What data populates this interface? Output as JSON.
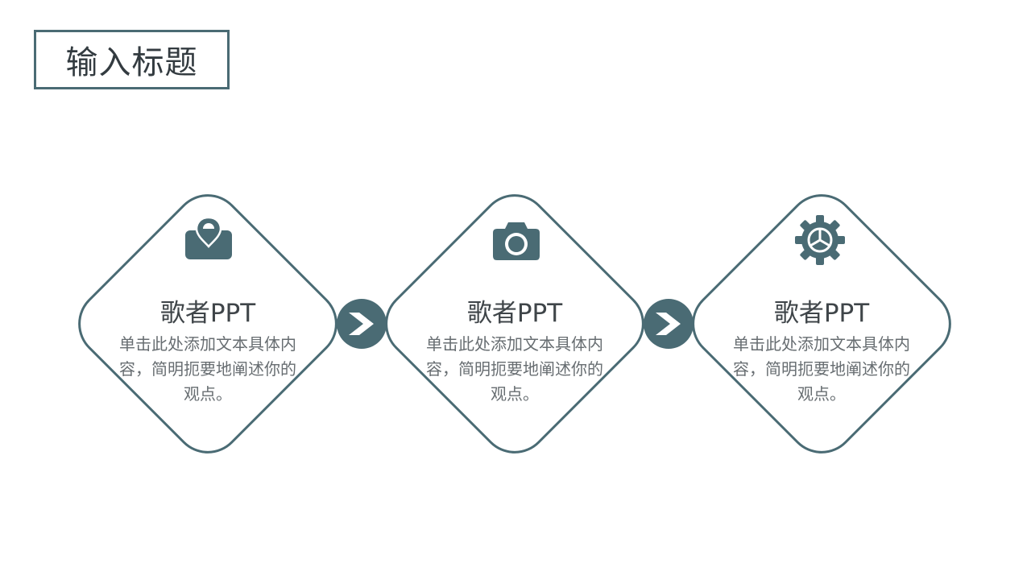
{
  "title": "输入标题",
  "accent_color": "#4a6b74",
  "cards": [
    {
      "icon": "location-photo-icon",
      "heading": "歌者PPT",
      "body": "单击此处添加文本具体内容，简明扼要地阐述你的观点。"
    },
    {
      "icon": "camera-icon",
      "heading": "歌者PPT",
      "body": "单击此处添加文本具体内容，简明扼要地阐述你的观点。"
    },
    {
      "icon": "gear-icon",
      "heading": "歌者PPT",
      "body": "单击此处添加文本具体内容，简明扼要地阐述你的观点。"
    }
  ],
  "connectors": [
    {
      "icon": "chevron-right-icon"
    },
    {
      "icon": "chevron-right-icon"
    }
  ]
}
